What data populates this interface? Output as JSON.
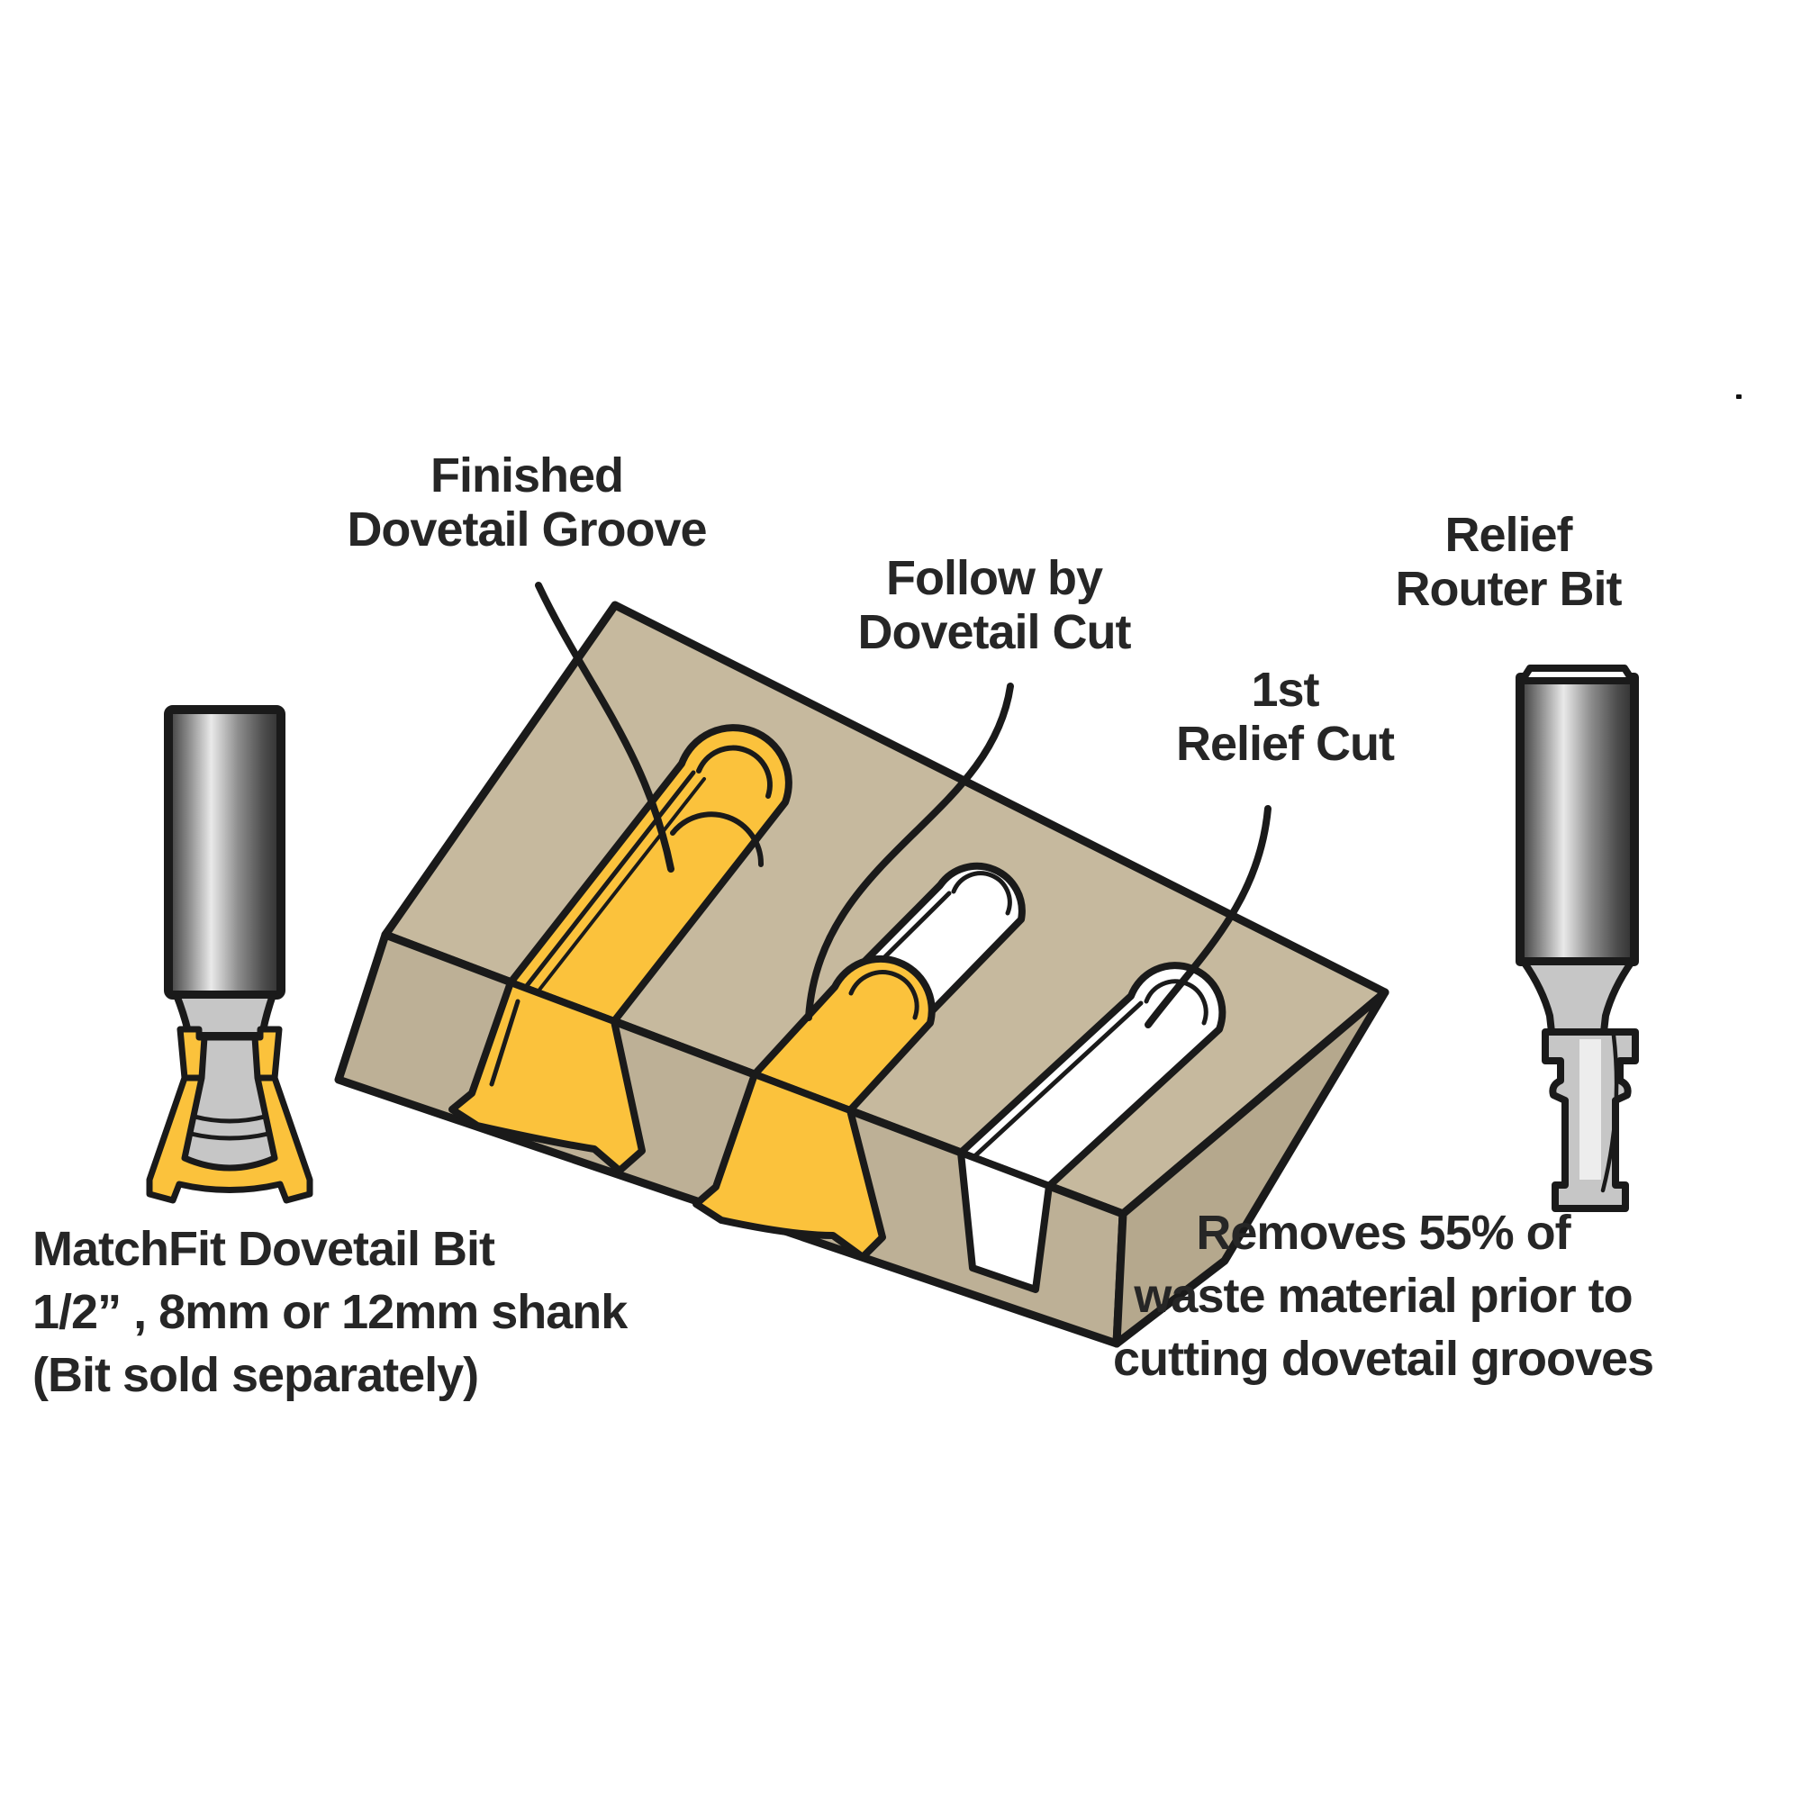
{
  "diagram": {
    "title_context": "MatchFit dovetail groove routing steps diagram",
    "labels": {
      "finished": {
        "lines": [
          "Finished",
          "Dovetail Groove"
        ]
      },
      "follow": {
        "lines": [
          "Follow by",
          "Dovetail Cut"
        ]
      },
      "first_relief": {
        "lines": [
          "1st",
          "Relief Cut"
        ]
      },
      "relief_router": {
        "lines": [
          "Relief",
          "Router Bit"
        ]
      },
      "matchfit": {
        "lines": [
          "MatchFit Dovetail Bit",
          "1/2” , 8mm or 12mm shank",
          "(Bit sold separately)"
        ]
      },
      "removes": {
        "lines": [
          "Removes 55% of",
          "waste material prior to",
          "cutting dovetail grooves"
        ]
      }
    },
    "icons": {
      "dovetail_bit": "dovetail-router-bit-illustration",
      "relief_bit": "straight-relief-router-bit-illustration",
      "wood_block": "wood-board-with-three-grooves"
    },
    "colors": {
      "wood_top": "#c6b99e",
      "wood_front": "#bdb096",
      "wood_right": "#b5a88d",
      "cutter_yellow": "#fbc23c",
      "groove_white": "#ffffff",
      "steel_light": "#c6c6c6",
      "outline": "#1a1a1a",
      "text": "#262626"
    }
  }
}
